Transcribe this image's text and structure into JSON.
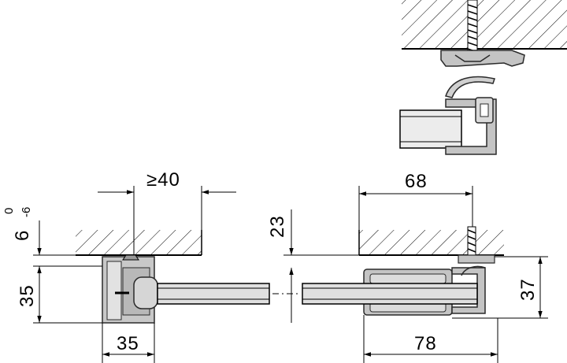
{
  "dimensions": {
    "min_gap": "≥40",
    "offset": "6",
    "tol_upper": "0",
    "tol_lower": "-6",
    "left_height": "35",
    "left_width": "35",
    "ceiling_gap": "23",
    "clamp_width": "68",
    "right_height": "37",
    "right_width": "78"
  },
  "colors": {
    "line": "#000000",
    "part_fill": "#c4c4c4",
    "part_stroke": "#2a2a2a",
    "tube": "#e0e0e0"
  }
}
